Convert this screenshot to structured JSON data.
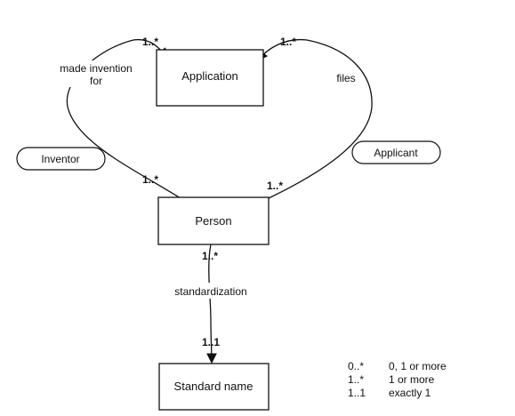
{
  "diagram": {
    "entities": {
      "application": "Application",
      "person": "Person",
      "standard_name": "Standard name"
    },
    "roles": {
      "inventor": "Inventor",
      "applicant": "Applicant"
    },
    "associations": {
      "made_invention_line1": "made invention",
      "made_invention_line2": "for",
      "files": "files",
      "standardization": "standardization"
    },
    "multiplicities": {
      "left_top": "1..*",
      "right_top": "1..*",
      "left_bottom": "1..*",
      "right_bottom": "1..*",
      "person_bottom": "1..*",
      "standard_top": "1..1"
    },
    "legend": [
      {
        "symbol": "0..*",
        "meaning": "0, 1 or more"
      },
      {
        "symbol": "1..*",
        "meaning": "1 or more"
      },
      {
        "symbol": "1..1",
        "meaning": "exactly 1"
      }
    ]
  }
}
